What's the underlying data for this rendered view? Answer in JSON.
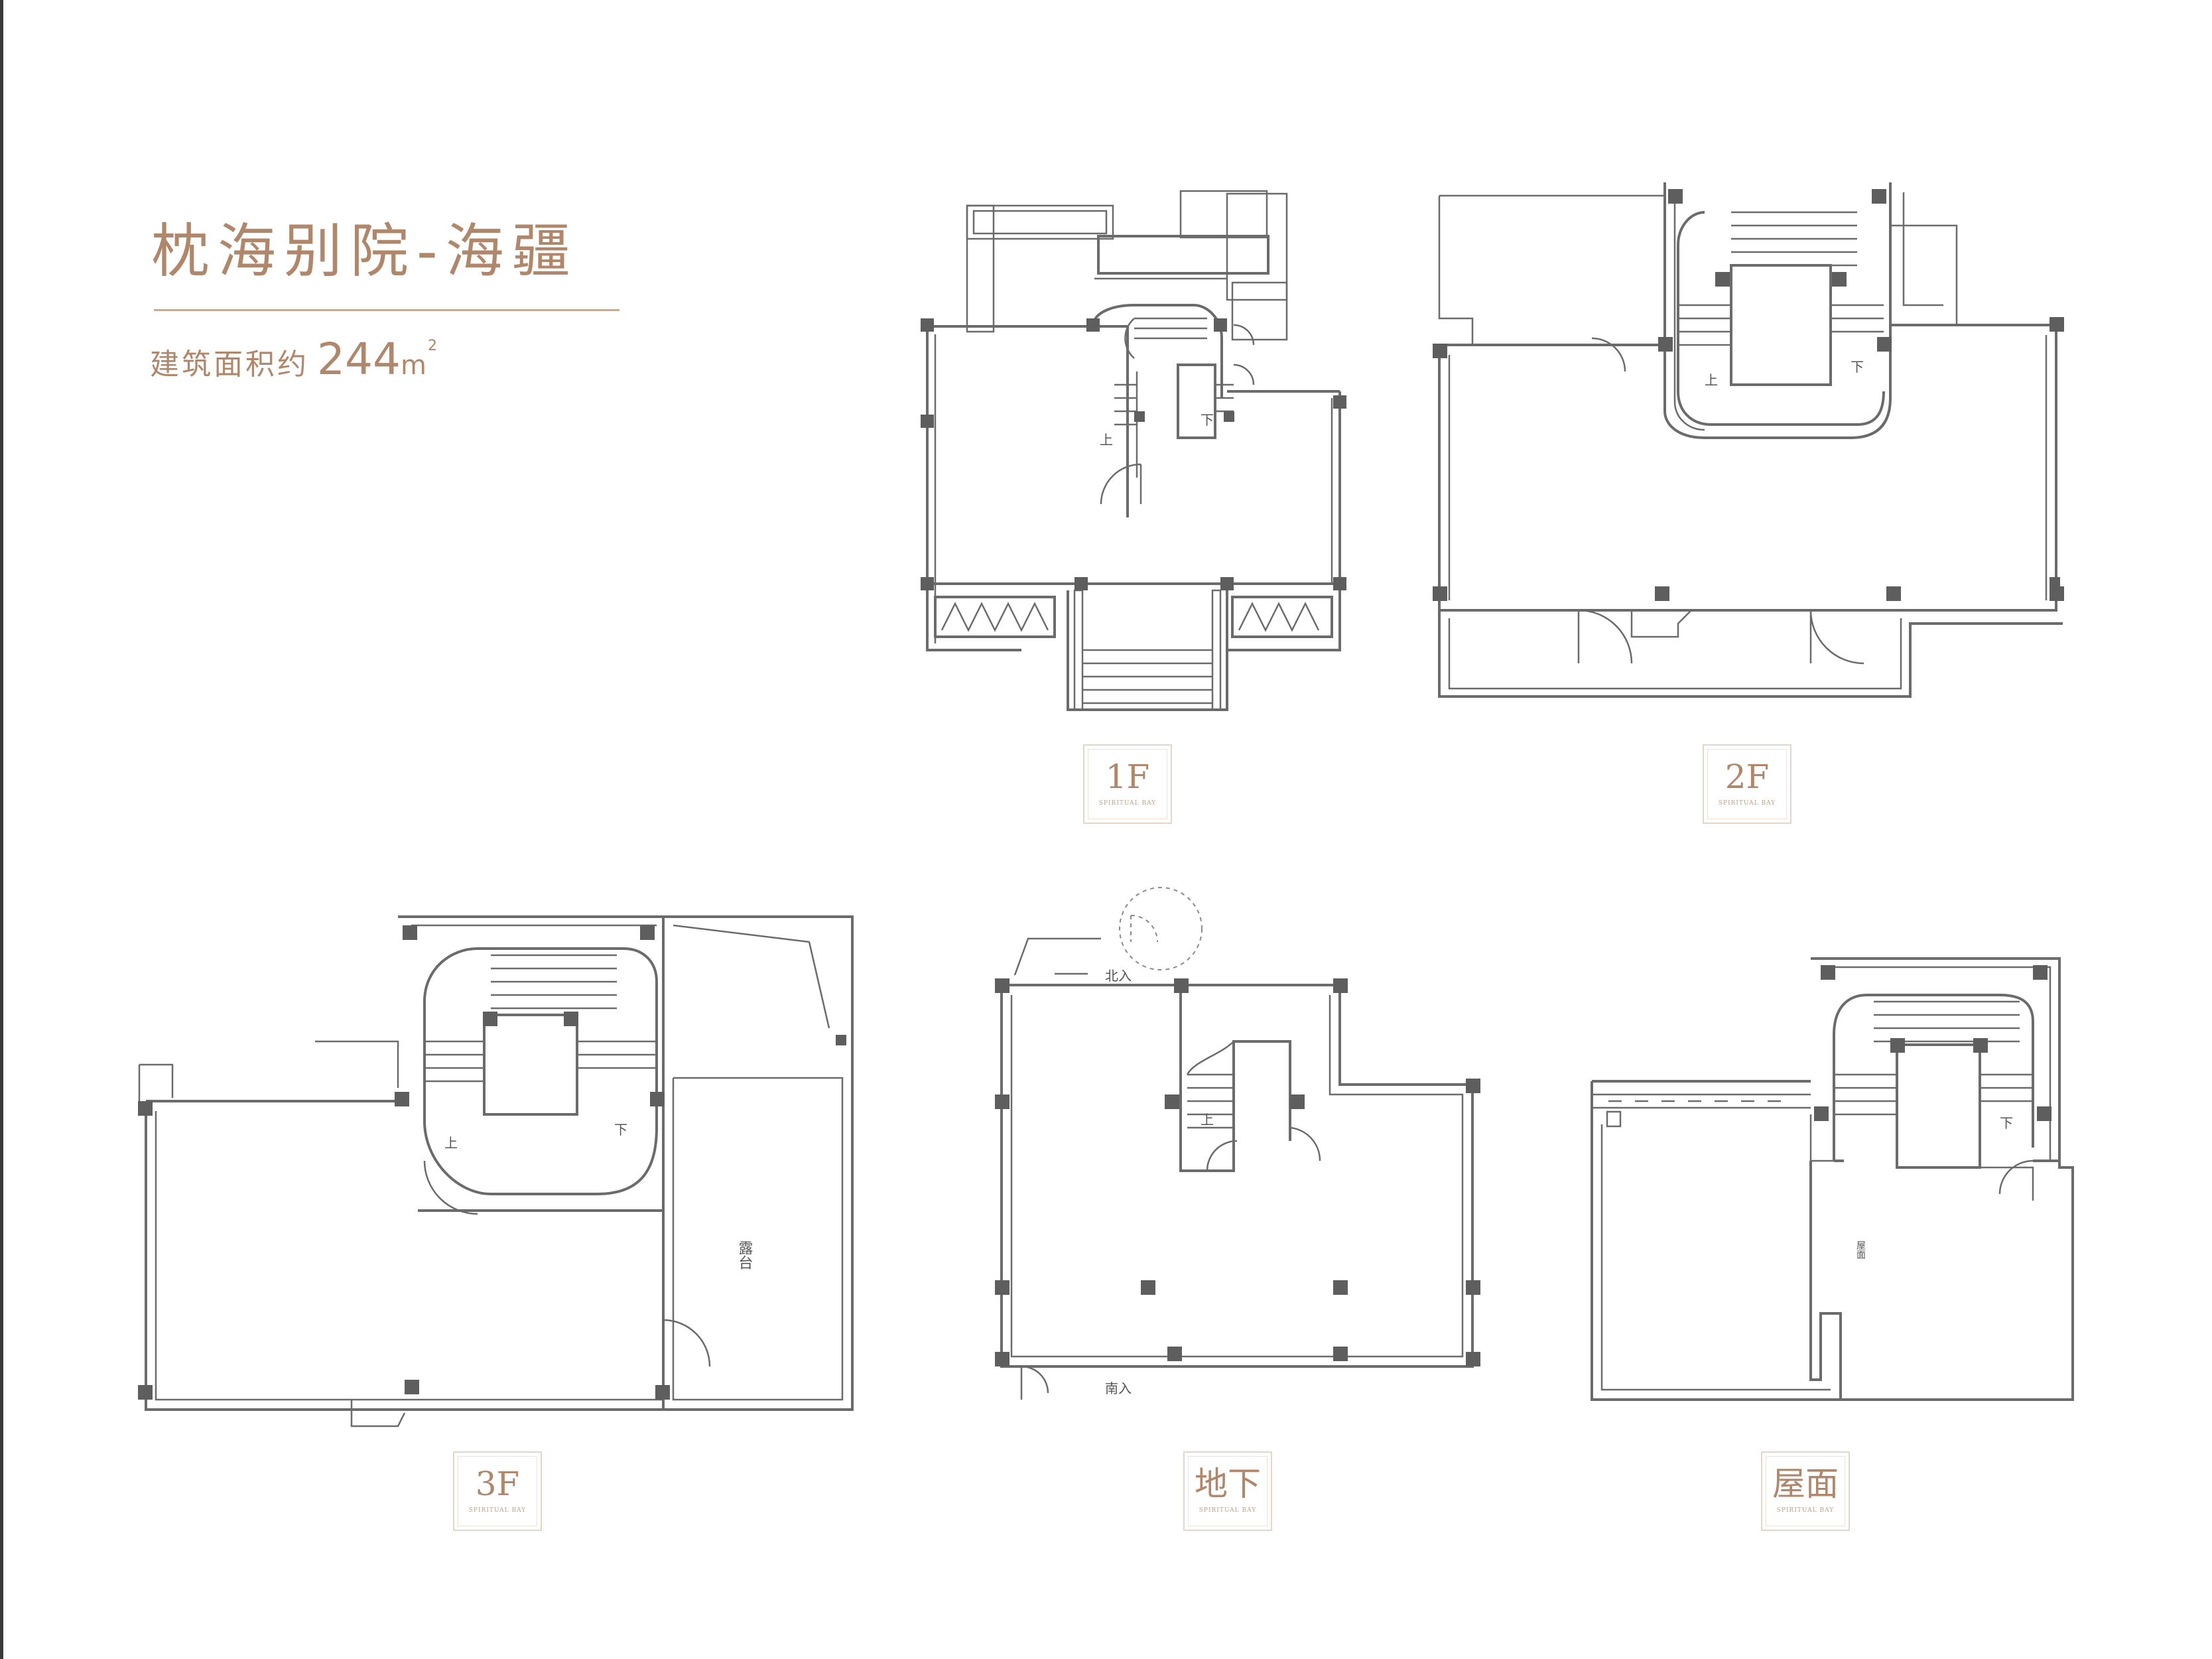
{
  "header": {
    "title": "枕海别院-海疆",
    "area_label": "建筑面积约",
    "area_value": "244",
    "area_unit": "m",
    "area_unit_sup": "2"
  },
  "floors": [
    {
      "id": "1f",
      "label": "1F",
      "brand": "SPIRITUAL BAY",
      "annotations": {
        "up": "上",
        "down": "下"
      }
    },
    {
      "id": "2f",
      "label": "2F",
      "brand": "SPIRITUAL BAY",
      "annotations": {
        "up": "上",
        "down": "下"
      }
    },
    {
      "id": "3f",
      "label": "3F",
      "brand": "SPIRITUAL BAY",
      "annotations": {
        "up": "上",
        "down": "下",
        "terrace": "露台"
      }
    },
    {
      "id": "basement",
      "label": "地下",
      "brand": "SPIRITUAL BAY",
      "annotations": {
        "up": "上",
        "north_entry": "北入",
        "south_entry": "南入"
      }
    },
    {
      "id": "roof",
      "label": "屋面",
      "brand": "SPIRITUAL BAY",
      "annotations": {
        "down": "下",
        "roof_area": "屋面"
      }
    }
  ],
  "colors": {
    "accent": "#b0876a",
    "line": "#6b6b6b",
    "column": "#5e5e5e",
    "tag_border": "#e7d6c8"
  }
}
